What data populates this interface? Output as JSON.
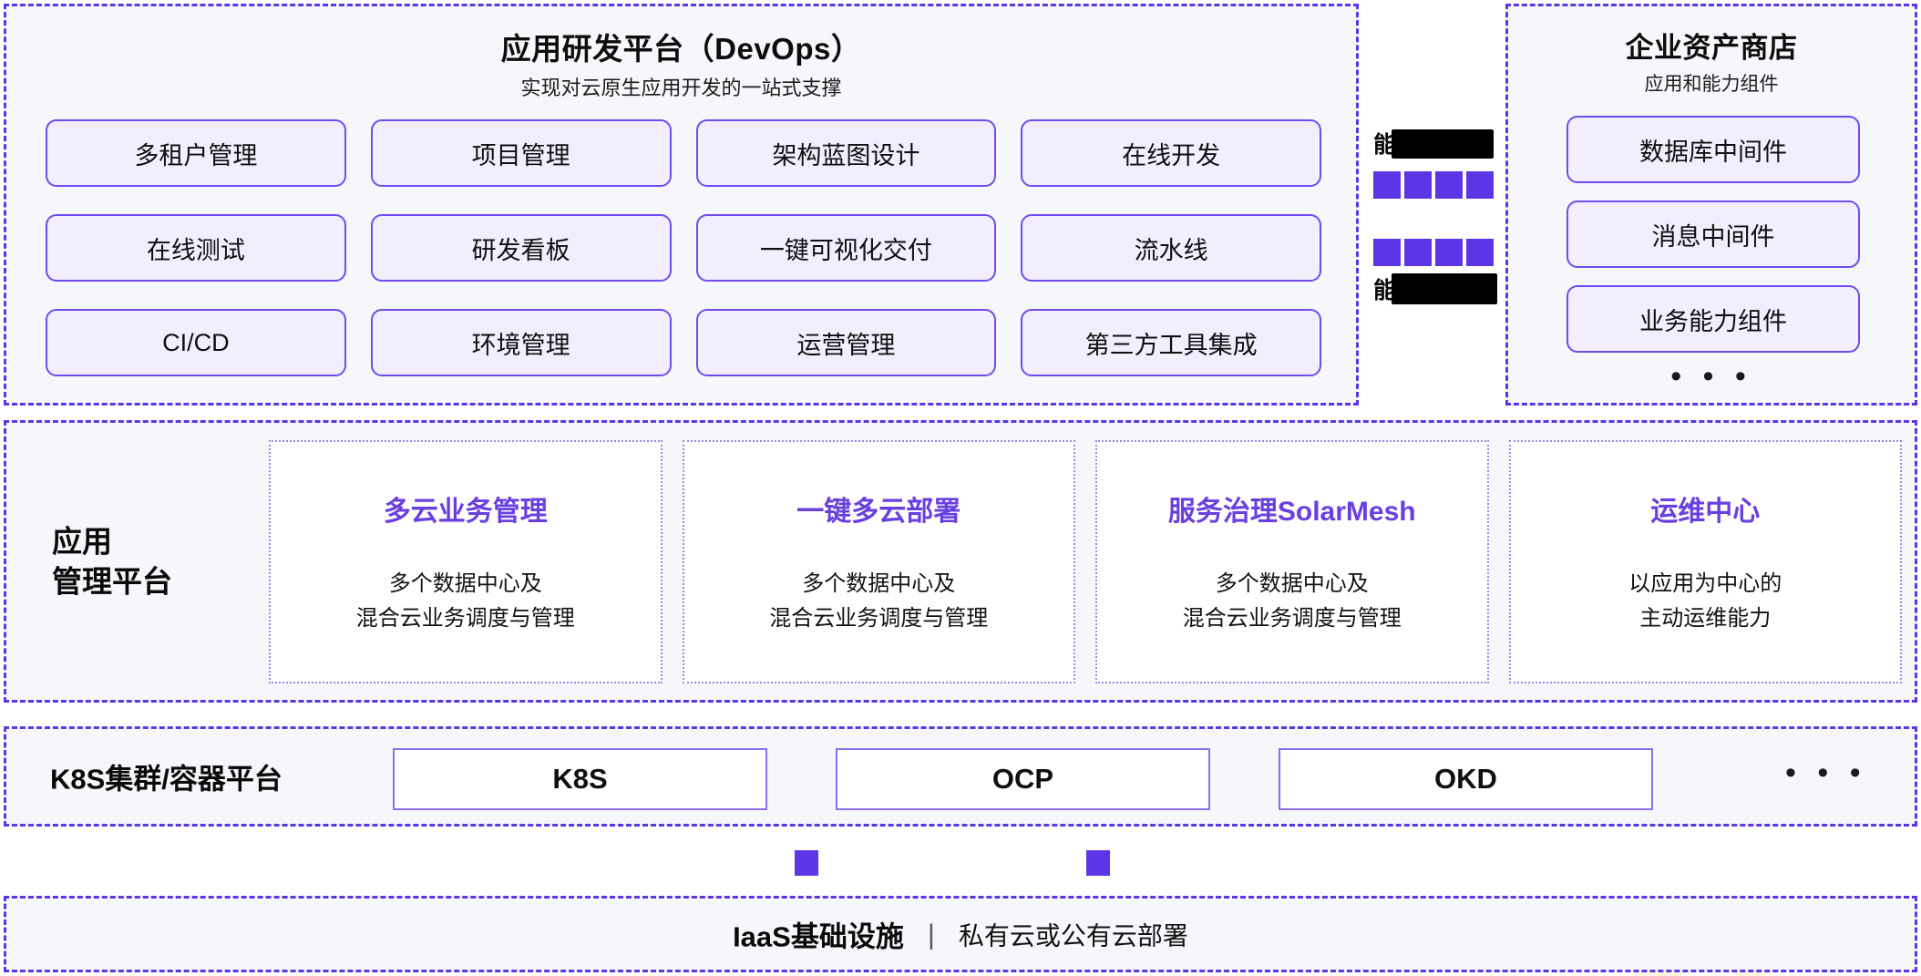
{
  "colors": {
    "accent_purple": "#5c35e6",
    "card_border": "#6f4bf0",
    "card_fill": "#f2eefd",
    "panel_fill": "#f6f7fa",
    "heading_purple": "#6a3fe0",
    "sparkle_cream": "#faf4e2"
  },
  "devops": {
    "title": "应用研发平台（DevOps）",
    "subtitle": "实现对云原生应用开发的一站式支撑",
    "cards": [
      "多租户管理",
      "项目管理",
      "架构蓝图设计",
      "在线开发",
      "在线测试",
      "研发看板",
      "一键可视化交付",
      "流水线",
      "CI/CD",
      "环境管理",
      "运营管理",
      "第三方工具集成"
    ]
  },
  "middle_column": {
    "rows": [
      {
        "label": "能",
        "redacted": true,
        "squares": 4
      },
      {
        "label": "能",
        "redacted": true,
        "squares": 4
      }
    ]
  },
  "asset_store": {
    "title": "企业资产商店",
    "subtitle": "应用和能力组件",
    "items": [
      "数据库中间件",
      "消息中间件",
      "业务能力组件"
    ],
    "more": "• • •"
  },
  "app_management": {
    "label": "应用\n管理平台",
    "cards": [
      {
        "heading": "多云业务管理",
        "body": "多个数据中心及\n混合云业务调度与管理"
      },
      {
        "heading": "一键多云部署",
        "body": "多个数据中心及\n混合云业务调度与管理"
      },
      {
        "heading": "服务治理SolarMesh",
        "body": "多个数据中心及\n混合云业务调度与管理"
      },
      {
        "heading": "运维中心",
        "body": "以应用为中心的\n主动运维能力"
      }
    ]
  },
  "k8s": {
    "label": "K8S集群/容器平台",
    "items": [
      "K8S",
      "OCP",
      "OKD"
    ],
    "more": "• • •"
  },
  "iaas": {
    "title": "IaaS基础设施",
    "separator": "|",
    "note": "私有云或公有云部署"
  }
}
